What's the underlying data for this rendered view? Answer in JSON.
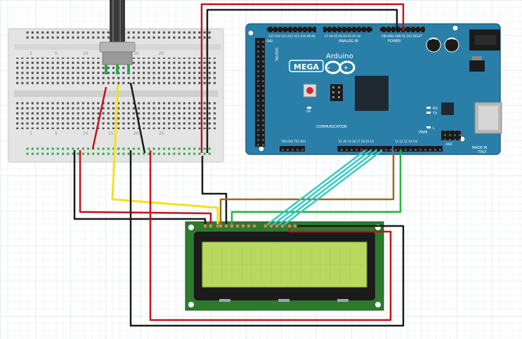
{
  "colors": {
    "grid_minor": "#e7eef6",
    "grid_major": "#cfdbe8",
    "arduino_blue": "#2a7fa9",
    "arduino_dark": "#1f6486",
    "lcd_pcb": "#2d7a2d",
    "lcd_screen": "#b9d860",
    "wire_red": "#c0141a",
    "wire_black": "#1a1a1a",
    "wire_yellow": "#f2e21a",
    "wire_cyan": "#37c9c0",
    "wire_brown": "#9a6a1e",
    "wire_green": "#22b43a"
  },
  "breadboard": {
    "column_numbers": [
      "1",
      "5",
      "10",
      "15",
      "20",
      "25"
    ]
  },
  "arduino": {
    "brand": "Arduino",
    "model": "MEGA",
    "analog_label": "ANALOG IN",
    "power_label": "POWER",
    "communication_label": "COMMUNICATION",
    "pwm_label": "PWM",
    "made_in": "MADE IN",
    "country": "ITALY",
    "digital_label": "DIGITAL",
    "led_on": "ON",
    "led_rx": "RX",
    "led_tx": "TX",
    "led_l": "L",
    "aref": "AREF",
    "gnd": "GND",
    "pin_5v": "5V",
    "reset": "RESET"
  }
}
